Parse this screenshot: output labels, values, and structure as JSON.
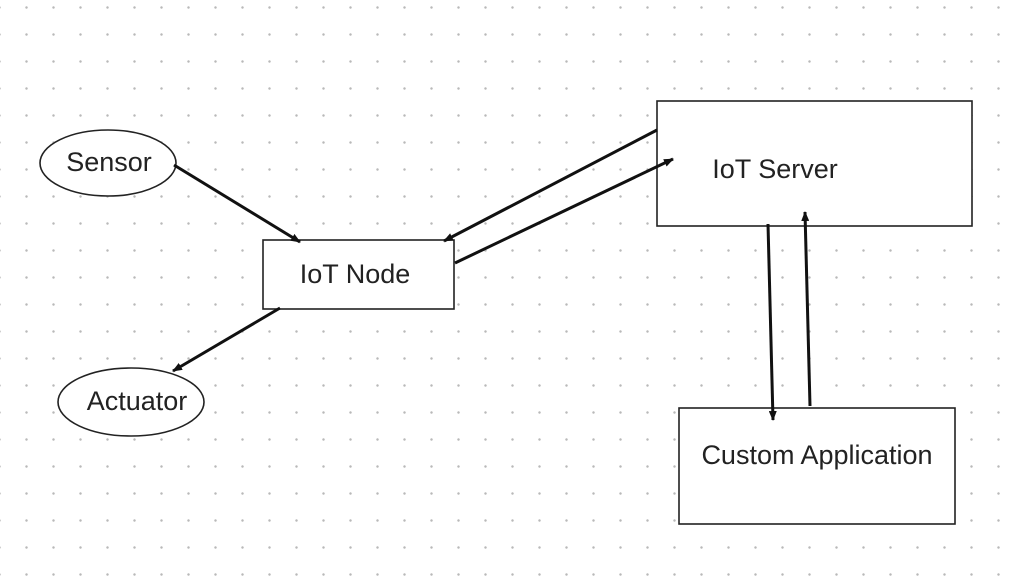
{
  "nodes": {
    "sensor": "Sensor",
    "actuator": "Actuator",
    "iot_node": "IoT Node",
    "iot_server": "IoT Server",
    "custom_application": "Custom Application"
  },
  "colors": {
    "stroke": "#222222",
    "background": "#ffffff",
    "grid_dot": "#b9b9b9"
  }
}
